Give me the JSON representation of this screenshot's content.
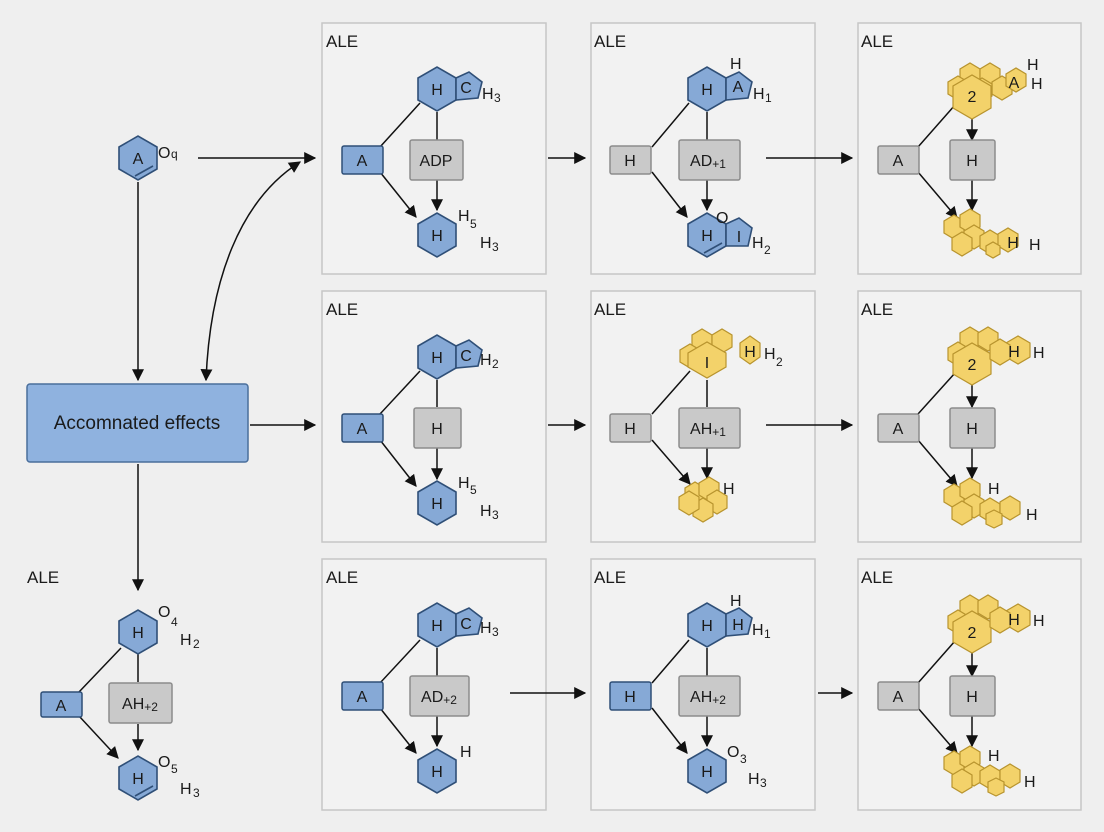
{
  "colors": {
    "background": "#efefef",
    "panel_fill": "#f2f2f2",
    "panel_stroke": "#c6c6c6",
    "blue_fill": "#86a9d6",
    "blue_stroke": "#2f4f77",
    "gray_fill": "#c9c9c9",
    "gray_stroke": "#8c8c8c",
    "yellow_fill": "#f3d26a",
    "yellow_stroke": "#b8942e",
    "main_box_fill": "#8fb2df",
    "main_box_stroke": "#4a6f9c",
    "arrow": "#111111"
  },
  "icons": {
    "hexagon": "benzene-ring-icon",
    "cluster": "molecule-cluster-icon"
  },
  "left": {
    "top_molecule": {
      "label": "A",
      "sub": "O",
      "subsub": "q"
    },
    "main_box": {
      "label": "Accomnated effects"
    },
    "bottom_title": "ALE",
    "bottom": {
      "top_label": "H",
      "top_sub_a": "O",
      "top_sub_b": "4",
      "top_sub_c": "H",
      "top_sub_d": "2",
      "left_label": "A",
      "mid_label": "AH",
      "mid_suffix": "+2",
      "bottom_label": "H",
      "bot_sub_a": "O",
      "bot_sub_b": "5",
      "bot_sub_c": "H",
      "bot_sub_d": "3"
    }
  },
  "panels": [
    {
      "title": "ALE",
      "left_label": "A",
      "mid_label": "ADP",
      "mid_suffix": "",
      "top_label": "H",
      "top_ring_label": "C",
      "top_sub_a": "H",
      "top_sub_b": "3",
      "bottom_label": "H",
      "bot_sub_a": "H",
      "bot_sub_b": "5",
      "bot_sub_c": "H",
      "bot_sub_d": "3"
    },
    {
      "title": "ALE",
      "left_label": "H",
      "mid_label": "AD",
      "mid_suffix": "+1",
      "top_label": "H",
      "top_ring_label": "A",
      "top_sub_a": "H",
      "top_sub_b": "1",
      "top_sub_c": "H",
      "bottom_label": "H",
      "bot_ring_label": "I",
      "bot_sub_a": "O",
      "bot_sub_b": "H",
      "bot_sub_c": "2"
    },
    {
      "title": "ALE",
      "left_label": "A",
      "mid_label": "H",
      "top_label": "2",
      "top_ring_label": "A",
      "top_sub_a": "H",
      "top_sub_b": "H",
      "bottom_label": "H",
      "bot_sub_a": "H"
    },
    {
      "title": "ALE",
      "left_label": "A",
      "mid_label": "H",
      "mid_suffix": "",
      "top_label": "H",
      "top_ring_label": "C",
      "top_sub_a": "H",
      "top_sub_b": "2",
      "bottom_label": "H",
      "bot_sub_a": "H",
      "bot_sub_b": "5",
      "bot_sub_c": "H",
      "bot_sub_d": "3"
    },
    {
      "title": "ALE",
      "left_label": "H",
      "mid_label": "AH",
      "mid_suffix": "+1",
      "top_label": "I",
      "top_ring_label": "H",
      "top_sub_a": "H",
      "top_sub_b": "2",
      "bot_sub_a": "H"
    },
    {
      "title": "ALE",
      "left_label": "A",
      "mid_label": "H",
      "top_label": "2",
      "top_ring_label": "H",
      "top_sub_a": "H",
      "bot_sub_a": "H",
      "bot_sub_b": "H"
    },
    {
      "title": "ALE",
      "left_label": "A",
      "mid_label": "AD",
      "mid_suffix": "+2",
      "top_label": "H",
      "top_ring_label": "C",
      "top_sub_a": "H",
      "top_sub_b": "3",
      "bottom_label": "H",
      "bot_sub_a": "H"
    },
    {
      "title": "ALE",
      "left_label": "H",
      "mid_label": "AH",
      "mid_suffix": "+2",
      "top_label": "H",
      "top_ring_label": "H",
      "top_sub_a": "H",
      "top_sub_b": "1",
      "top_sub_c": "H",
      "bottom_label": "H",
      "bot_sub_a": "O",
      "bot_sub_b": "3",
      "bot_sub_c": "H",
      "bot_sub_d": "3"
    },
    {
      "title": "ALE",
      "left_label": "A",
      "mid_label": "H",
      "top_label": "2",
      "top_ring_label": "H",
      "top_sub_a": "H",
      "bot_sub_a": "H",
      "bot_sub_b": "H"
    }
  ]
}
